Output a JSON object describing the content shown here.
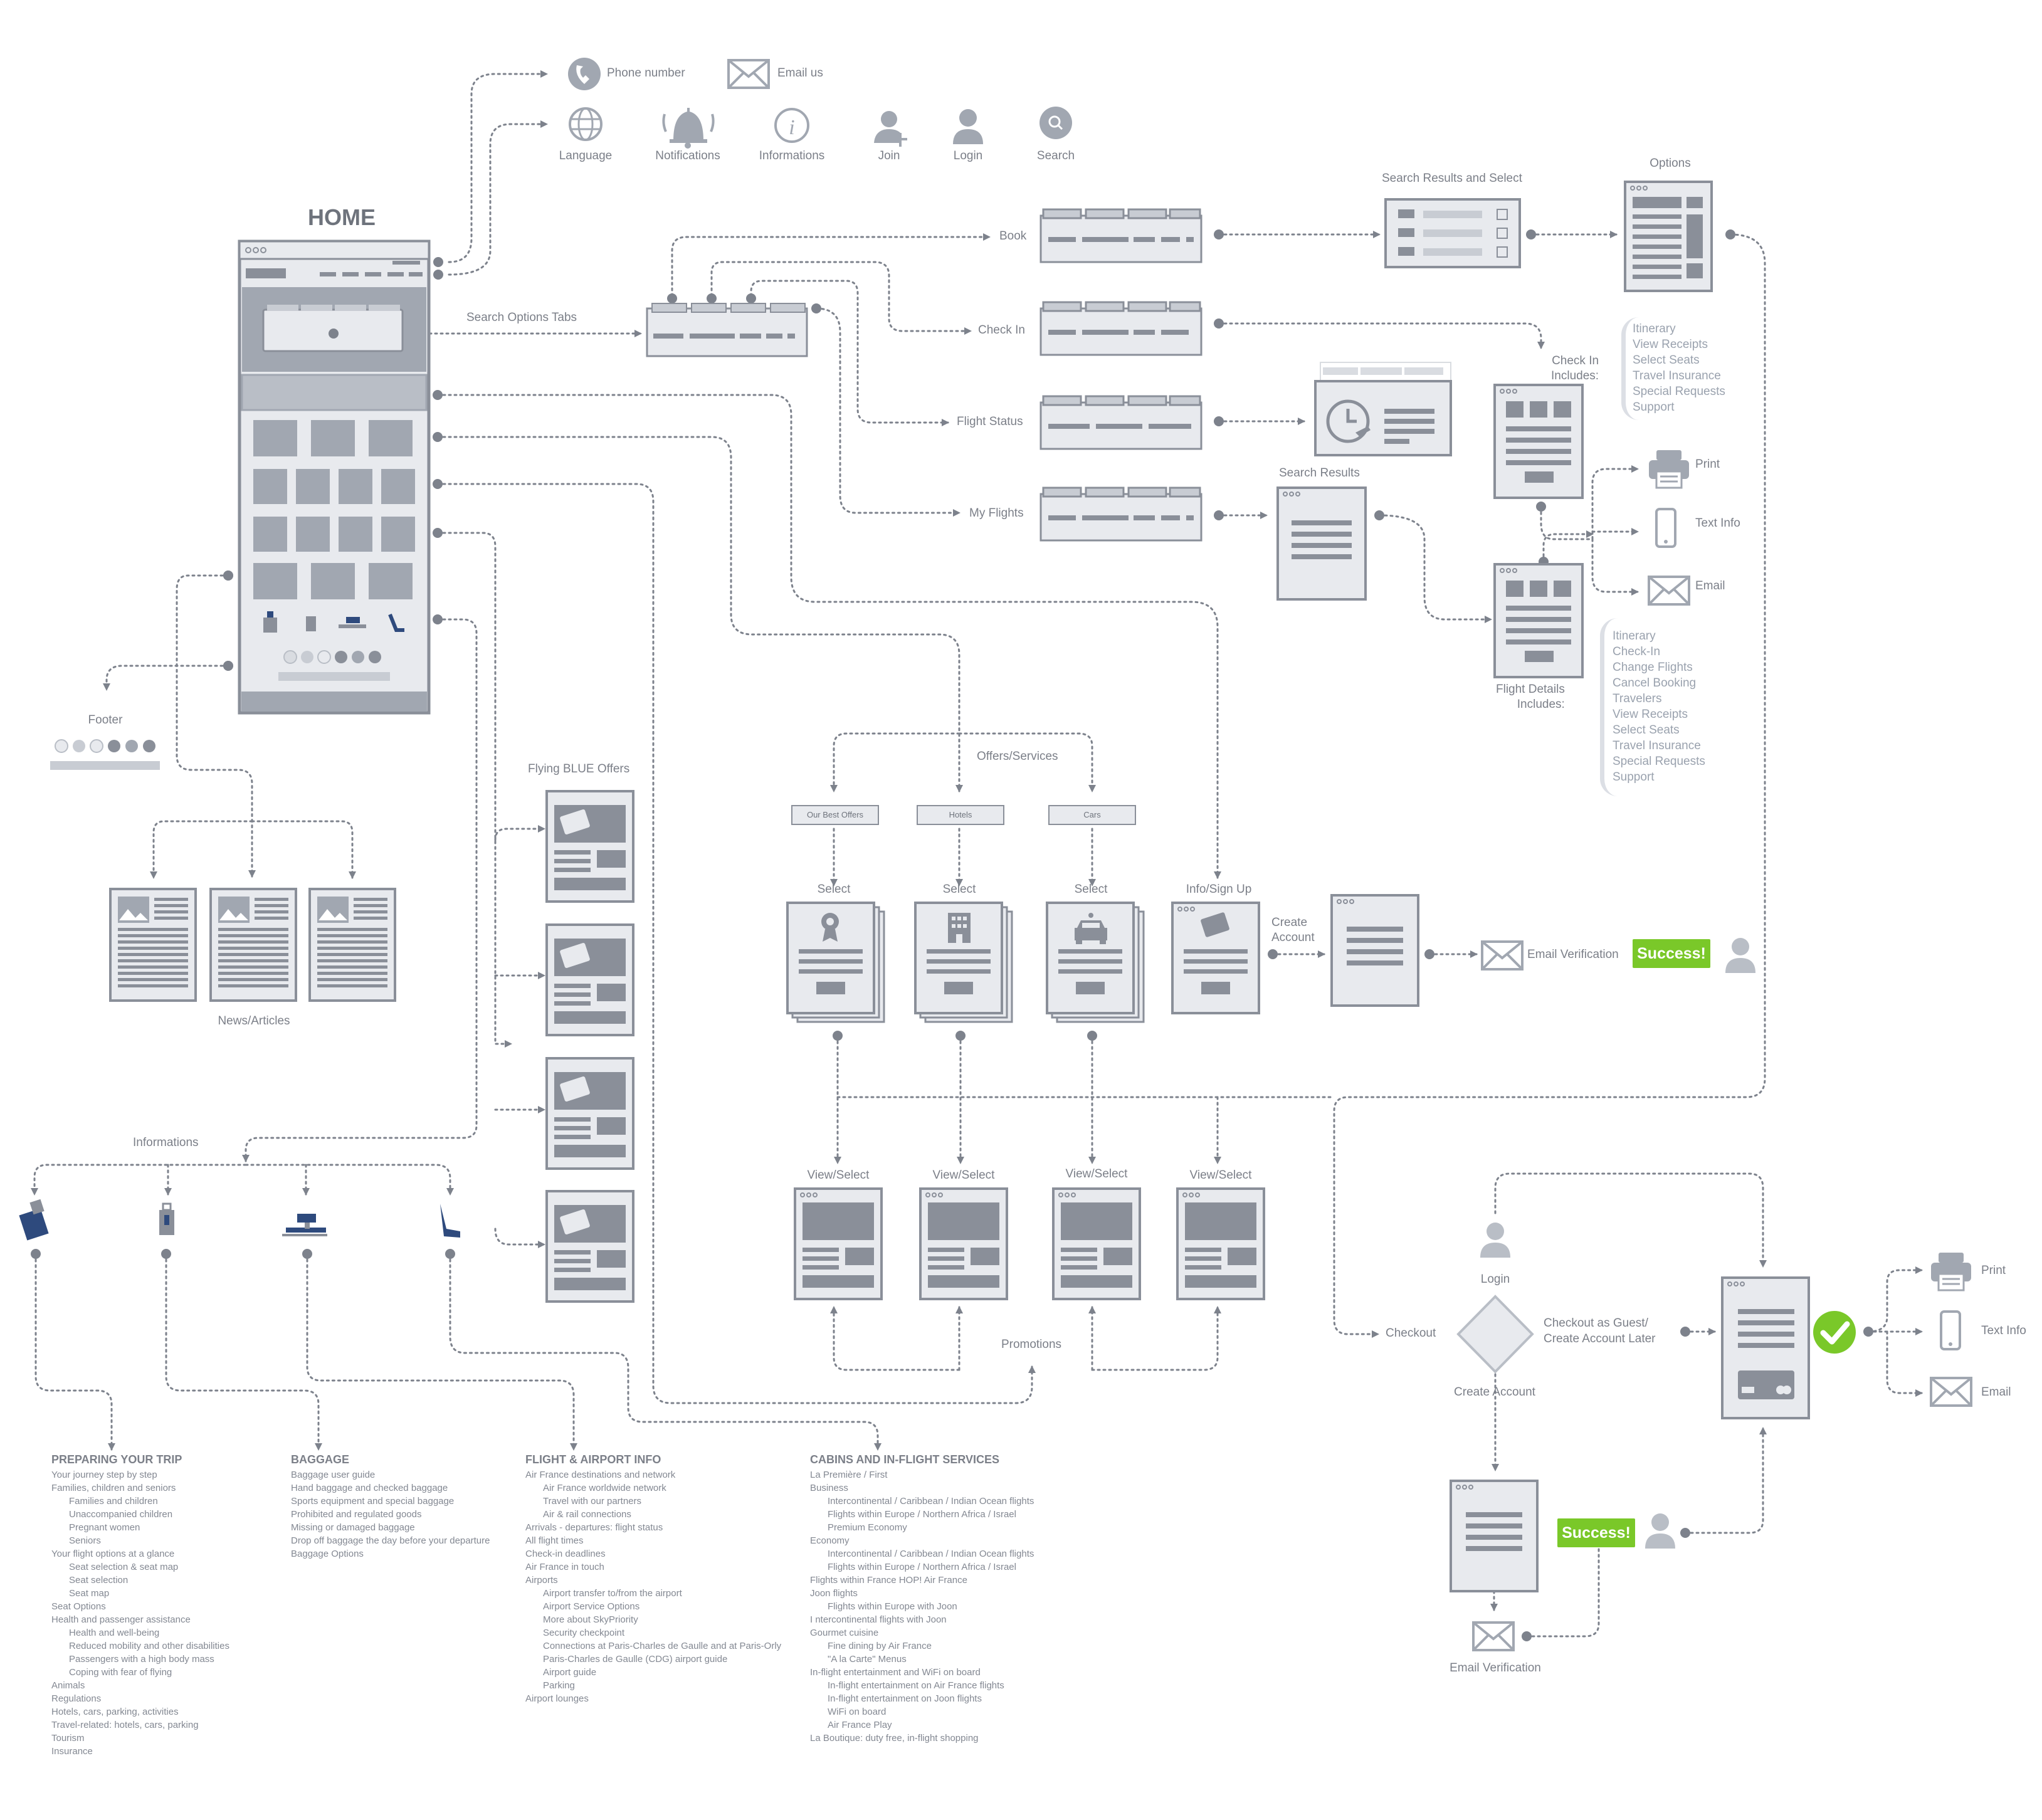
{
  "header": {
    "phone": "Phone number",
    "email": "Email us",
    "language": "Language",
    "notifications": "Notifications",
    "informations": "Informations",
    "join": "Join",
    "login": "Login",
    "search": "Search"
  },
  "home": {
    "title": "HOME",
    "search_tabs": "Search Options Tabs",
    "footer": "Footer"
  },
  "news": {
    "label": "News/Articles"
  },
  "flying_blue": {
    "label": "Flying BLUE Offers"
  },
  "flows": {
    "book": "Book",
    "check_in": "Check In",
    "flight_status": "Flight Status",
    "my_flights": "My Flights",
    "search_results_select": "Search Results and Select",
    "options": "Options",
    "search_results": "Search Results",
    "check_in_includes": [
      "Check In",
      "Includes:"
    ],
    "flight_details_includes": [
      "Flight Details",
      "Includes:"
    ],
    "print": "Print",
    "text_info": "Text Info",
    "email": "Email"
  },
  "check_in_list": [
    "Itinerary",
    "View Receipts",
    "Select Seats",
    "Travel Insurance",
    "Special Requests",
    "Support"
  ],
  "flight_details_list": [
    "Itinerary",
    "Check-In",
    "Change Flights",
    "Cancel Booking",
    "Travelers",
    "View Receipts",
    "Select Seats",
    "Travel Insurance",
    "Special Requests",
    "Support"
  ],
  "offers": {
    "label": "Offers/Services",
    "tabs": [
      "Our Best Offers",
      "Hotels",
      "Cars"
    ],
    "select": "Select",
    "info_signup": "Info/Sign Up",
    "create_account": [
      "Create",
      "Account"
    ],
    "email_verification": "Email Verification",
    "success": "Success!",
    "view_select": "View/Select",
    "promotions": "Promotions"
  },
  "checkout": {
    "login": "Login",
    "checkout": "Checkout",
    "create_account": "Create Account",
    "guest": [
      "Checkout as Guest/",
      "Create Account Later"
    ],
    "email_verification": "Email Verification",
    "success": "Success!",
    "print": "Print",
    "text_info": "Text Info",
    "email": "Email"
  },
  "informations_label": "Informations",
  "info_sections": [
    {
      "title": "PREPARING YOUR TRIP",
      "items": [
        {
          "text": "Your journey step by step",
          "indent": 0
        },
        {
          "text": "Families, children and seniors",
          "indent": 0
        },
        {
          "text": "Families and children",
          "indent": 1
        },
        {
          "text": "Unaccompanied children",
          "indent": 1
        },
        {
          "text": "Pregnant women",
          "indent": 1
        },
        {
          "text": "Seniors",
          "indent": 1
        },
        {
          "text": "Your flight options at a glance",
          "indent": 0
        },
        {
          "text": "Seat selection & seat map",
          "indent": 1
        },
        {
          "text": "Seat selection",
          "indent": 1
        },
        {
          "text": "Seat map",
          "indent": 1
        },
        {
          "text": "Seat Options",
          "indent": 0
        },
        {
          "text": "Health and passenger assistance",
          "indent": 0
        },
        {
          "text": "Health and well-being",
          "indent": 1
        },
        {
          "text": "Reduced mobility and other disabilities",
          "indent": 1
        },
        {
          "text": "Passengers with a high body mass",
          "indent": 1
        },
        {
          "text": "Coping with fear of flying",
          "indent": 1
        },
        {
          "text": "Animals",
          "indent": 0
        },
        {
          "text": "Regulations",
          "indent": 0
        },
        {
          "text": "Hotels, cars, parking, activities",
          "indent": 0
        },
        {
          "text": "Travel-related: hotels, cars, parking",
          "indent": 0
        },
        {
          "text": "Tourism",
          "indent": 0
        },
        {
          "text": "Insurance",
          "indent": 0
        }
      ]
    },
    {
      "title": "BAGGAGE",
      "items": [
        {
          "text": "Baggage user guide",
          "indent": 0
        },
        {
          "text": "Hand baggage and checked baggage",
          "indent": 0
        },
        {
          "text": "Sports equipment and special baggage",
          "indent": 0
        },
        {
          "text": "Prohibited and regulated goods",
          "indent": 0
        },
        {
          "text": "Missing or damaged baggage",
          "indent": 0
        },
        {
          "text": "Drop off baggage the day before your departure",
          "indent": 0
        },
        {
          "text": "Baggage Options",
          "indent": 0
        }
      ]
    },
    {
      "title": "FLIGHT & AIRPORT INFO",
      "items": [
        {
          "text": "Air France destinations and network",
          "indent": 0
        },
        {
          "text": "Air France worldwide network",
          "indent": 1
        },
        {
          "text": "Travel with our partners",
          "indent": 1
        },
        {
          "text": "Air & rail connections",
          "indent": 1
        },
        {
          "text": "Arrivals - departures: flight status",
          "indent": 0
        },
        {
          "text": "All flight times",
          "indent": 0
        },
        {
          "text": "Check-in deadlines",
          "indent": 0
        },
        {
          "text": "Air France in touch",
          "indent": 0
        },
        {
          "text": "Airports",
          "indent": 0
        },
        {
          "text": "Airport transfer to/from the airport",
          "indent": 1
        },
        {
          "text": "Airport Service Options",
          "indent": 1
        },
        {
          "text": "More about SkyPriority",
          "indent": 1
        },
        {
          "text": "Security checkpoint",
          "indent": 1
        },
        {
          "text": "Connections at Paris-Charles de Gaulle and at Paris-Orly",
          "indent": 1
        },
        {
          "text": "Paris-Charles de Gaulle (CDG) airport guide",
          "indent": 1
        },
        {
          "text": "Airport guide",
          "indent": 1
        },
        {
          "text": "Parking",
          "indent": 1
        },
        {
          "text": "Airport lounges",
          "indent": 0
        }
      ]
    },
    {
      "title": "CABINS AND IN-FLIGHT SERVICES",
      "items": [
        {
          "text": "La Première / First",
          "indent": 0
        },
        {
          "text": "Business",
          "indent": 0
        },
        {
          "text": "Intercontinental / Caribbean / Indian Ocean flights",
          "indent": 1
        },
        {
          "text": "Flights within Europe / Northern Africa / Israel",
          "indent": 1
        },
        {
          "text": "Premium Economy",
          "indent": 1
        },
        {
          "text": "Economy",
          "indent": 0
        },
        {
          "text": "Intercontinental / Caribbean / Indian Ocean flights",
          "indent": 1
        },
        {
          "text": "Flights within Europe / Northern Africa / Israel",
          "indent": 1
        },
        {
          "text": "Flights within France HOP! Air France",
          "indent": 0
        },
        {
          "text": "Joon flights",
          "indent": 0
        },
        {
          "text": "Flights within Europe with Joon",
          "indent": 1
        },
        {
          "text": "I     ntercontinental flights with Joon",
          "indent": 0
        },
        {
          "text": "Gourmet cuisine",
          "indent": 0
        },
        {
          "text": "Fine dining by Air France",
          "indent": 1
        },
        {
          "text": "\"A la Carte\" Menus",
          "indent": 1
        },
        {
          "text": "In-flight entertainment and WiFi on board",
          "indent": 0
        },
        {
          "text": "In-flight entertainment on Air France flights",
          "indent": 1
        },
        {
          "text": "In-flight entertainment on Joon flights",
          "indent": 1
        },
        {
          "text": "WiFi on board",
          "indent": 1
        },
        {
          "text": "Air France Play",
          "indent": 1
        },
        {
          "text": "La Boutique: duty free, in-flight shopping",
          "indent": 0
        }
      ]
    }
  ],
  "colors": {
    "line": "#7d828c",
    "fill": "#e7e9ed",
    "dark": "#9aa0aa",
    "success": "#7ac829",
    "bracket": "#dcdfe5",
    "text": "#7b7f88"
  }
}
